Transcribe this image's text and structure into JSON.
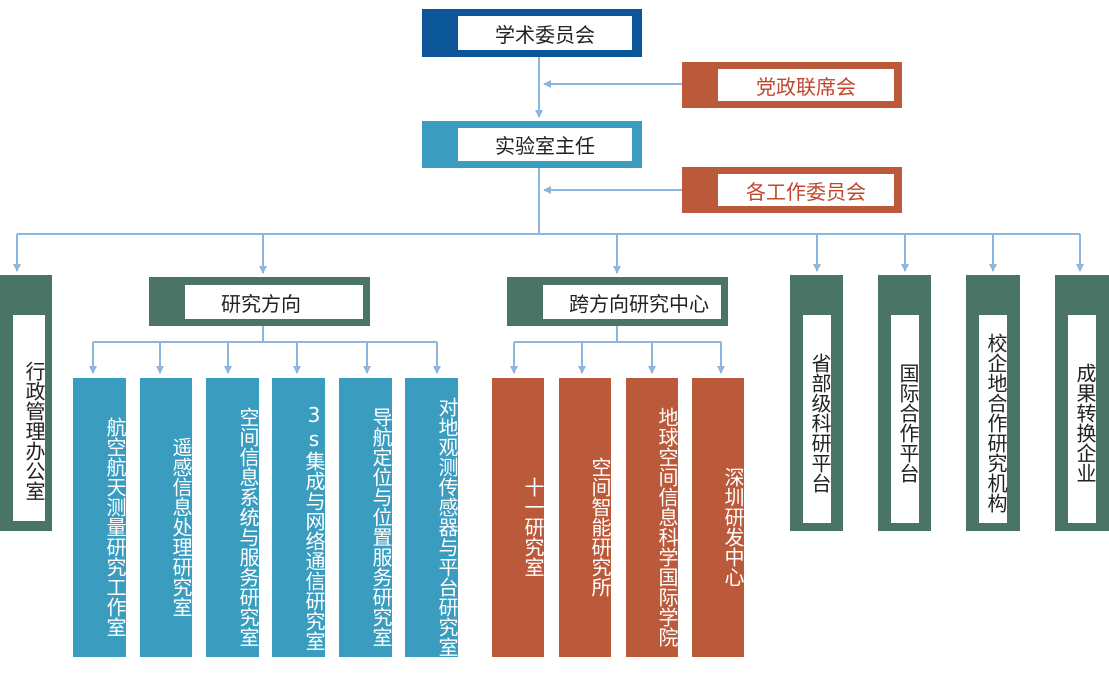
{
  "top": {
    "committee": "学术委员会",
    "director": "实验室主任"
  },
  "side": {
    "party": "党政联席会",
    "work_committees": "各工作委员会"
  },
  "office": "行政管理办公室",
  "groups": {
    "research": {
      "label": "研究方向",
      "items": [
        "航空航天测量研究工作室",
        "遥感信息处理研究室",
        "空间信息系统与服务研究室",
        "3s集成与网络通信研究室",
        "导航定位与位置服务研究室",
        "对地观测传感器与平台研究室"
      ]
    },
    "cross": {
      "label": "跨方向研究中心",
      "items": [
        "十一研究室",
        "空间智能研究所",
        "地球空间信息科学国际学院",
        "深圳研发中心"
      ]
    }
  },
  "platforms": [
    "省部级科研平台",
    "国际合作平台",
    "校企地合作研究机构",
    "成果转换企业"
  ],
  "colors": {
    "navy": "#0b5698",
    "teal": "#3a9dbf",
    "rust": "#bb5a3b",
    "dark": "#4a7566",
    "line": "#8cb6de"
  }
}
